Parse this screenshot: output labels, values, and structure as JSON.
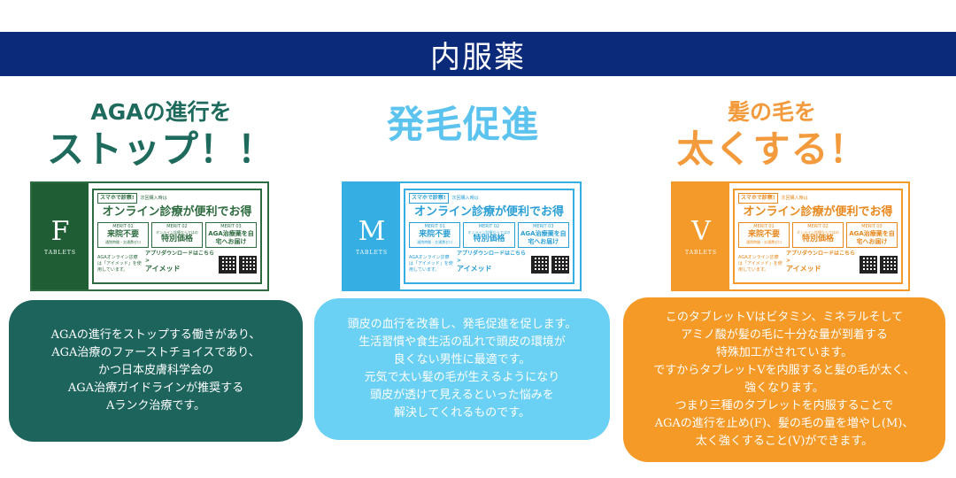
{
  "banner": {
    "title": "内服薬"
  },
  "columns": [
    {
      "key": "f",
      "head_small": "AGAの進行を",
      "head_big": "ストップ！！",
      "tab_letter": "F",
      "tab_sub": "TABLETS",
      "description": "AGAの進行をストップする働きがあり、\nAGA治療のファーストチョイスであり、\nかつ日本皮膚科学会の\nAGA治療ガイドラインが推奨する\nAランク治療です。"
    },
    {
      "key": "m",
      "head_small": "",
      "head_big": "発毛促進",
      "tab_letter": "M",
      "tab_sub": "TABLETS",
      "description": "頭皮の血行を改善し、発毛促進を促します。\n生活習慣や食生活の乱れで頭皮の環境が\n良くない男性に最適です。\n元気で太い髪の毛が生えるようになり\n頭皮が透けて見えるといった悩みを\n解決してくれるものです。"
    },
    {
      "key": "v",
      "head_small": "髪の毛を",
      "head_big": "太くする！",
      "tab_letter": "V",
      "tab_sub": "TABLETS",
      "description": "このタブレットVはビタミン、ミネラルそして\nアミノ酸が髪の毛に十分な量が到着する\n特殊加工がされています。\nですからタブレットVを内服すると髪の毛が太く、\n強くなります。\nつまり三種のタブレットを内服することで\nAGAの進行を止め(F)、髪の毛の量を増やし(M)、\n太く強くすること(V)ができます。"
    }
  ],
  "ad": {
    "phone_label": "スマホで診察!",
    "note": "次回購入時は",
    "title": "オンライン診療が便利でお得",
    "merits": [
      {
        "num": "MERIT 01",
        "title": "来院不要",
        "sub": "通院時間・交通費ゼロ"
      },
      {
        "num": "MERIT 02",
        "title": "特別価格",
        "sub": "オンライン診療ならではの"
      },
      {
        "num": "MERIT 03",
        "title": "AGA治療薬を自宅へお届け",
        "sub": ""
      }
    ],
    "foot_left": "AGAオンライン診療は「アイメッド」を使用しています。",
    "download": "アプリダウンロードはこちら >",
    "brand": "アイメッド"
  }
}
